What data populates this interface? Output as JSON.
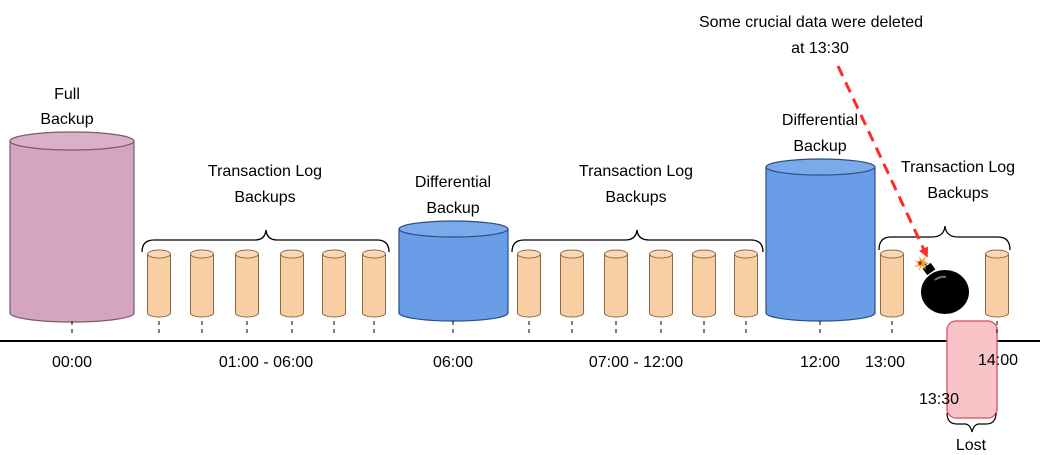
{
  "colors": {
    "full_backup": "#d4a5c1",
    "full_backup_stroke": "#7a5a6c",
    "differential": "#6a9de8",
    "differential_stroke": "#2b4f80",
    "transaction_log": "#f7cfa3",
    "transaction_log_stroke": "#8a6a4a",
    "lost_region": "#f9c4c8",
    "lost_region_stroke": "#e06070",
    "arrow": "#ff2a2a",
    "bomb": "#000000",
    "timeline": "#000000"
  },
  "annotation": {
    "line1": "Some crucial data were deleted",
    "line2": "at 13:30"
  },
  "groups": {
    "full": {
      "line1": "Full",
      "line2": "Backup"
    },
    "tlog1": {
      "line1": "Transaction Log",
      "line2": "Backups"
    },
    "diff1": {
      "line1": "Differential",
      "line2": "Backup"
    },
    "tlog2": {
      "line1": "Transaction Log",
      "line2": "Backups"
    },
    "diff2": {
      "line1": "Differential",
      "line2": "Backup"
    },
    "tlog3": {
      "line1": "Transaction Log",
      "line2": "Backups"
    }
  },
  "time_labels": {
    "t0000": "00:00",
    "t0106": "01:00 - 06:00",
    "t0600": "06:00",
    "t0712": "07:00 - 12:00",
    "t1200": "12:00",
    "t1300": "13:00",
    "t1400": "14:00",
    "t1330": "13:30"
  },
  "lost_label": "Lost",
  "icons": {
    "bomb": "bomb-icon"
  }
}
